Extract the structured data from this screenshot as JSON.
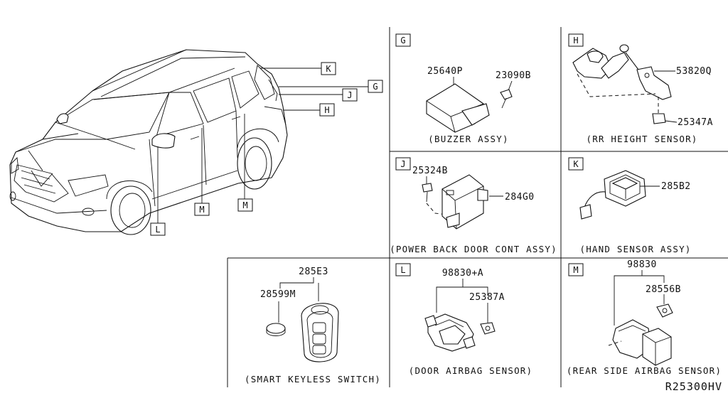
{
  "diagram_id": "R25300HV",
  "car_callouts": [
    "K",
    "G",
    "J",
    "H",
    "M",
    "M",
    "L"
  ],
  "panels": {
    "G": {
      "letter": "G",
      "parts": [
        "25640P",
        "23090B"
      ],
      "caption": "(BUZZER ASSY)"
    },
    "H": {
      "letter": "H",
      "parts": [
        "53820Q",
        "25347A"
      ],
      "caption": "(RR HEIGHT SENSOR)"
    },
    "J": {
      "letter": "J",
      "parts": [
        "25324B",
        "284G0"
      ],
      "caption": "(POWER BACK DOOR CONT ASSY)"
    },
    "K": {
      "letter": "K",
      "parts": [
        "285B2"
      ],
      "caption": "(HAND SENSOR ASSY)"
    },
    "keyless": {
      "parts": [
        "285E3",
        "28599M"
      ],
      "caption": "(SMART KEYLESS SWITCH)"
    },
    "L": {
      "letter": "L",
      "parts": [
        "98830+A",
        "25387A"
      ],
      "caption": "(DOOR AIRBAG SENSOR)"
    },
    "M": {
      "letter": "M",
      "parts": [
        "98830",
        "28556B"
      ],
      "caption": "(REAR SIDE AIRBAG SENSOR)"
    }
  }
}
